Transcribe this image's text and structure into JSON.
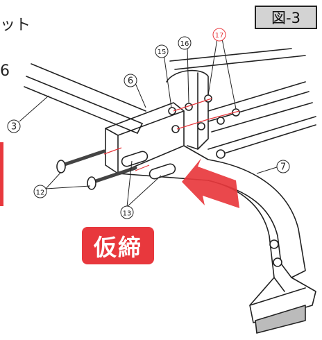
{
  "header": {
    "fragment_top": "ット",
    "fragment_mid": "6",
    "figure_label": "図-3"
  },
  "stamp": {
    "text": "仮締",
    "color": "#e8383d"
  },
  "callouts": [
    {
      "id": "c3",
      "text": "3",
      "color": "#222222"
    },
    {
      "id": "c6",
      "text": "6",
      "color": "#222222"
    },
    {
      "id": "c7",
      "text": "7",
      "color": "#222222"
    },
    {
      "id": "c12",
      "text": "12",
      "color": "#222222"
    },
    {
      "id": "c13",
      "text": "13",
      "color": "#222222"
    },
    {
      "id": "c15",
      "text": "15",
      "color": "#222222"
    },
    {
      "id": "c16",
      "text": "16",
      "color": "#222222"
    },
    {
      "id": "c17",
      "text": "17",
      "color": "#e8383d"
    }
  ],
  "colors": {
    "accent_red": "#e8383d",
    "line": "#222222",
    "label_bg": "#d3d3d3"
  },
  "arrow": {
    "direction": "left-down",
    "color": "#e8383d"
  }
}
